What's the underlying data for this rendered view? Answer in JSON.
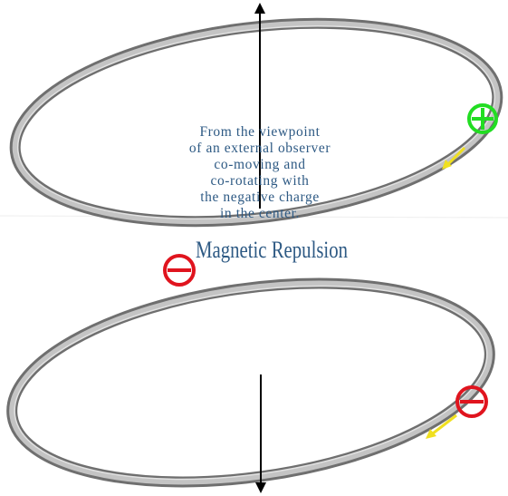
{
  "caption": {
    "lines": [
      "From the viewpoint",
      "of an external observer",
      "co-moving and",
      "co-rotating with",
      "the negative charge",
      "in the center."
    ]
  },
  "title": "Magnetic Repulsion",
  "charges": {
    "top_ring": "positive",
    "middle_left": "negative",
    "bottom_ring": "negative"
  },
  "colors": {
    "ring_outer": "#6f6f6f",
    "ring_inner": "#c4c4c4",
    "positive_charge": "#22dd22",
    "negative_charge": "#e0141e",
    "motion_arrow": "#f0e020",
    "text": "#2e5a84",
    "axis": "#000000"
  },
  "icons": {
    "plus_circle": "circled-plus-icon",
    "minus_circle": "circled-minus-icon",
    "arrow": "motion-arrow-icon"
  }
}
